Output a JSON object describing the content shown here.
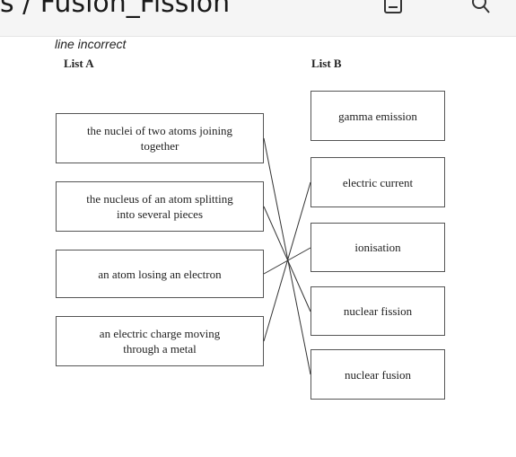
{
  "header": {
    "title": "s / Fusion_Fission",
    "icons": [
      "tab-icon",
      "search-icon"
    ]
  },
  "worksheet": {
    "note": "line incorrect",
    "list_a_title": "List A",
    "list_b_title": "List B",
    "list_a": [
      "the nuclei of two atoms joining together",
      "the nucleus of an atom splitting into several pieces",
      "an atom losing an electron",
      "an electric charge moving through a metal"
    ],
    "list_b": [
      "gamma emission",
      "electric current",
      "ionisation",
      "nuclear fission",
      "nuclear fusion"
    ]
  }
}
